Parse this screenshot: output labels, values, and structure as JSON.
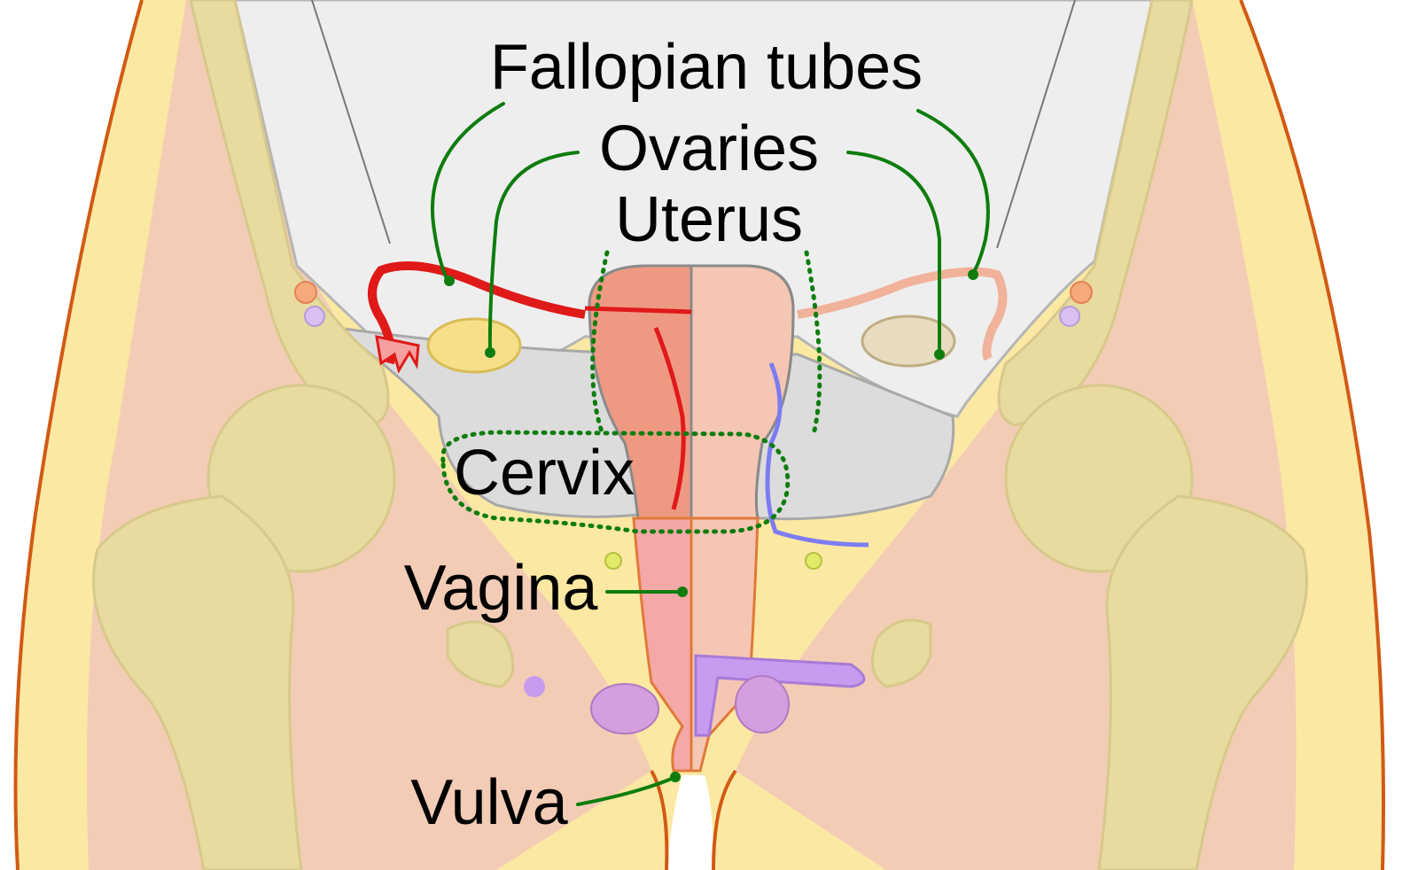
{
  "labels": {
    "fallopian_tubes": "Fallopian tubes",
    "ovaries": "Ovaries",
    "uterus": "Uterus",
    "cervix": "Cervix",
    "vagina": "Vagina",
    "vulva": "Vulva"
  },
  "colors": {
    "skin_outline": "#d15a14",
    "body_fill": "#fbe8a3",
    "muscle": "#f2c9b8",
    "bone": "#e8dba0",
    "bone_outline": "#d7c98a",
    "peritoneum": "#eeeeee",
    "pelvic_floor": "#dcdcdc",
    "uterus": "#ee9a82",
    "uterus_wall": "#f5c6b3",
    "artery": "#e01919",
    "vein": "#7c7cf2",
    "ovary": "#f7df8a",
    "bladder_vessel": "#c79bf0",
    "leader_line": "#0e7d0e"
  }
}
